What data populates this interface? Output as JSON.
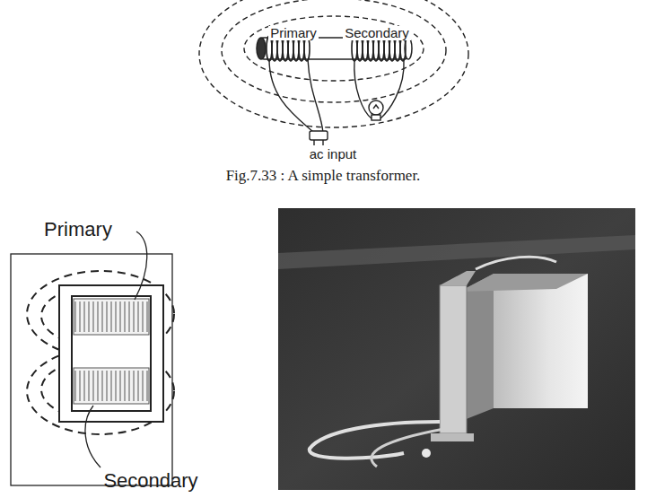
{
  "diagram": {
    "caption": "Fig.7.33 : A simple transformer.",
    "labels": [
      "Primary",
      "Secondary",
      "ac input",
      "Primary",
      "Secondary"
    ]
  }
}
